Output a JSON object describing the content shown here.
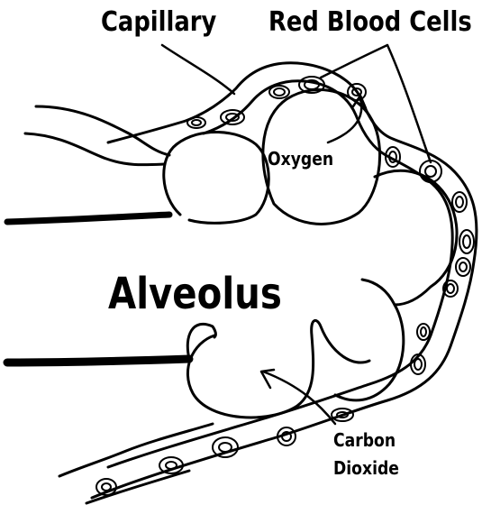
{
  "labels": {
    "capillary": "Capillary",
    "red_blood_cells": "Red Blood Cells",
    "oxygen": "Oxygen",
    "alveolus": "Alveolus",
    "carbon": "Carbon",
    "dioxide": "Dioxide"
  },
  "colors": {
    "ink": "#000000",
    "background": "#ffffff"
  }
}
